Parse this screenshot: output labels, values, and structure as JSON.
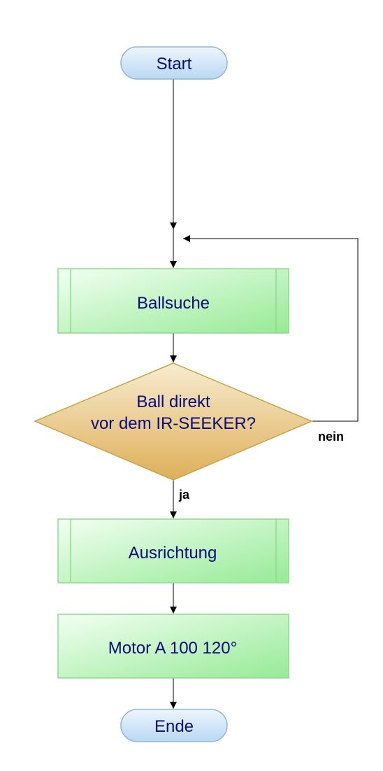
{
  "flowchart": {
    "nodes": {
      "start": {
        "label": "Start",
        "shape": "terminator"
      },
      "search": {
        "label": "Ballsuche",
        "shape": "subprocess"
      },
      "decision": {
        "label_line1": "Ball direkt",
        "label_line2": "vor dem IR-SEEKER?",
        "shape": "decision"
      },
      "align": {
        "label": "Ausrichtung",
        "shape": "subprocess"
      },
      "motor": {
        "label": "Motor A 100 120°",
        "shape": "process"
      },
      "end": {
        "label": "Ende",
        "shape": "terminator"
      }
    },
    "edges": {
      "yes_label": "ja",
      "no_label": "nein"
    }
  },
  "colors": {
    "terminator_fill_top": "#eef6ff",
    "terminator_fill_bottom": "#b8d8f2",
    "terminator_stroke": "#8fb6d8",
    "process_fill_top": "#eefdee",
    "process_fill_bottom": "#98ec98",
    "process_stroke": "#8fd88f",
    "decision_fill_top": "#f6e9c6",
    "decision_fill_bottom": "#e0b35c",
    "decision_stroke": "#c9a34a",
    "text": "#0a0a7a",
    "line": "#000000"
  }
}
